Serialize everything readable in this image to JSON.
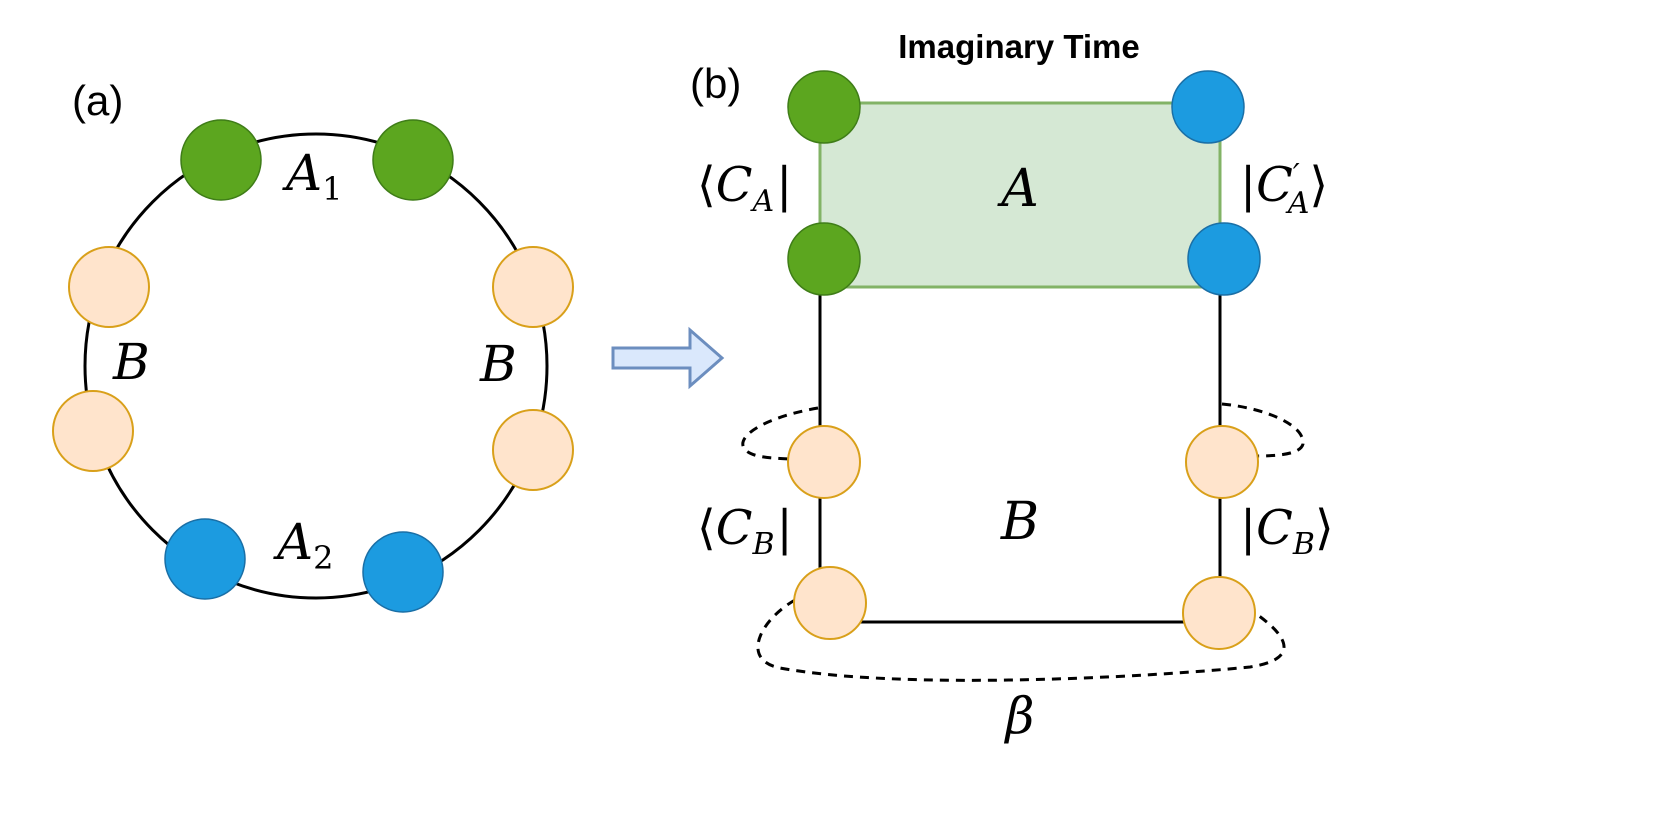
{
  "colors": {
    "green_fill": "#5ca61f",
    "green_stroke": "#3f7d18",
    "blue_fill": "#1c9be0",
    "blue_stroke": "#1a6fa6",
    "peach_fill": "#ffe4cc",
    "peach_stroke": "#d9a01a",
    "region_fill": "#d5e8d4",
    "region_stroke": "#82b366",
    "arrow_fill": "#dae8fc",
    "arrow_stroke": "#6c8ebf",
    "line": "#000000"
  },
  "panel_a": {
    "label": "(a)",
    "region_a1": "A",
    "region_a1_sub": "1",
    "region_a2": "A",
    "region_a2_sub": "2",
    "region_b_left": "B",
    "region_b_right": "B"
  },
  "panel_b": {
    "label": "(b)",
    "title": "Imaginary Time",
    "region_a": "A",
    "region_b": "B",
    "beta": "β",
    "bra_ca": {
      "open": "⟨",
      "letter": "C",
      "sub": "A",
      "close": "|"
    },
    "ket_ca_prime": {
      "open": "|",
      "letter": "C",
      "prime": "′",
      "sub": "A",
      "close": "⟩"
    },
    "bra_cb": {
      "open": "⟨",
      "letter": "C",
      "sub": "B",
      "close": "|"
    },
    "ket_cb": {
      "open": "|",
      "letter": "C",
      "sub": "B",
      "close": "⟩"
    }
  },
  "icons": {
    "transform_arrow": "right-arrow-icon"
  }
}
